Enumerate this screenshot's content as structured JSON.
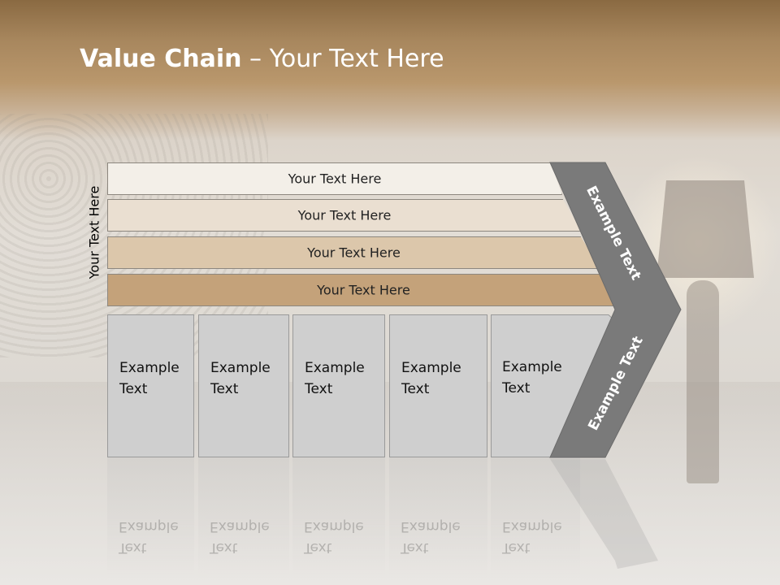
{
  "slide": {
    "title_bold": "Value Chain",
    "title_rest": " – Your Text Here",
    "side_label": "Your Text Here"
  },
  "bars": [
    {
      "label": "Your Text Here",
      "color": "#f3efe8"
    },
    {
      "label": "Your Text Here",
      "color": "#eadfd1"
    },
    {
      "label": "Your Text Here",
      "color": "#dcc7ab"
    },
    {
      "label": "Your Text Here",
      "color": "#c4a27a"
    }
  ],
  "boxes": [
    {
      "line1": "Example",
      "line2": "Text"
    },
    {
      "line1": "Example",
      "line2": "Text"
    },
    {
      "line1": "Example",
      "line2": "Text"
    },
    {
      "line1": "Example",
      "line2": "Text"
    },
    {
      "line1": "Example",
      "line2": "Text"
    }
  ],
  "chevron": {
    "top_label": "Example Text",
    "bottom_label": "Example Text",
    "color": "#7a7a7a"
  }
}
